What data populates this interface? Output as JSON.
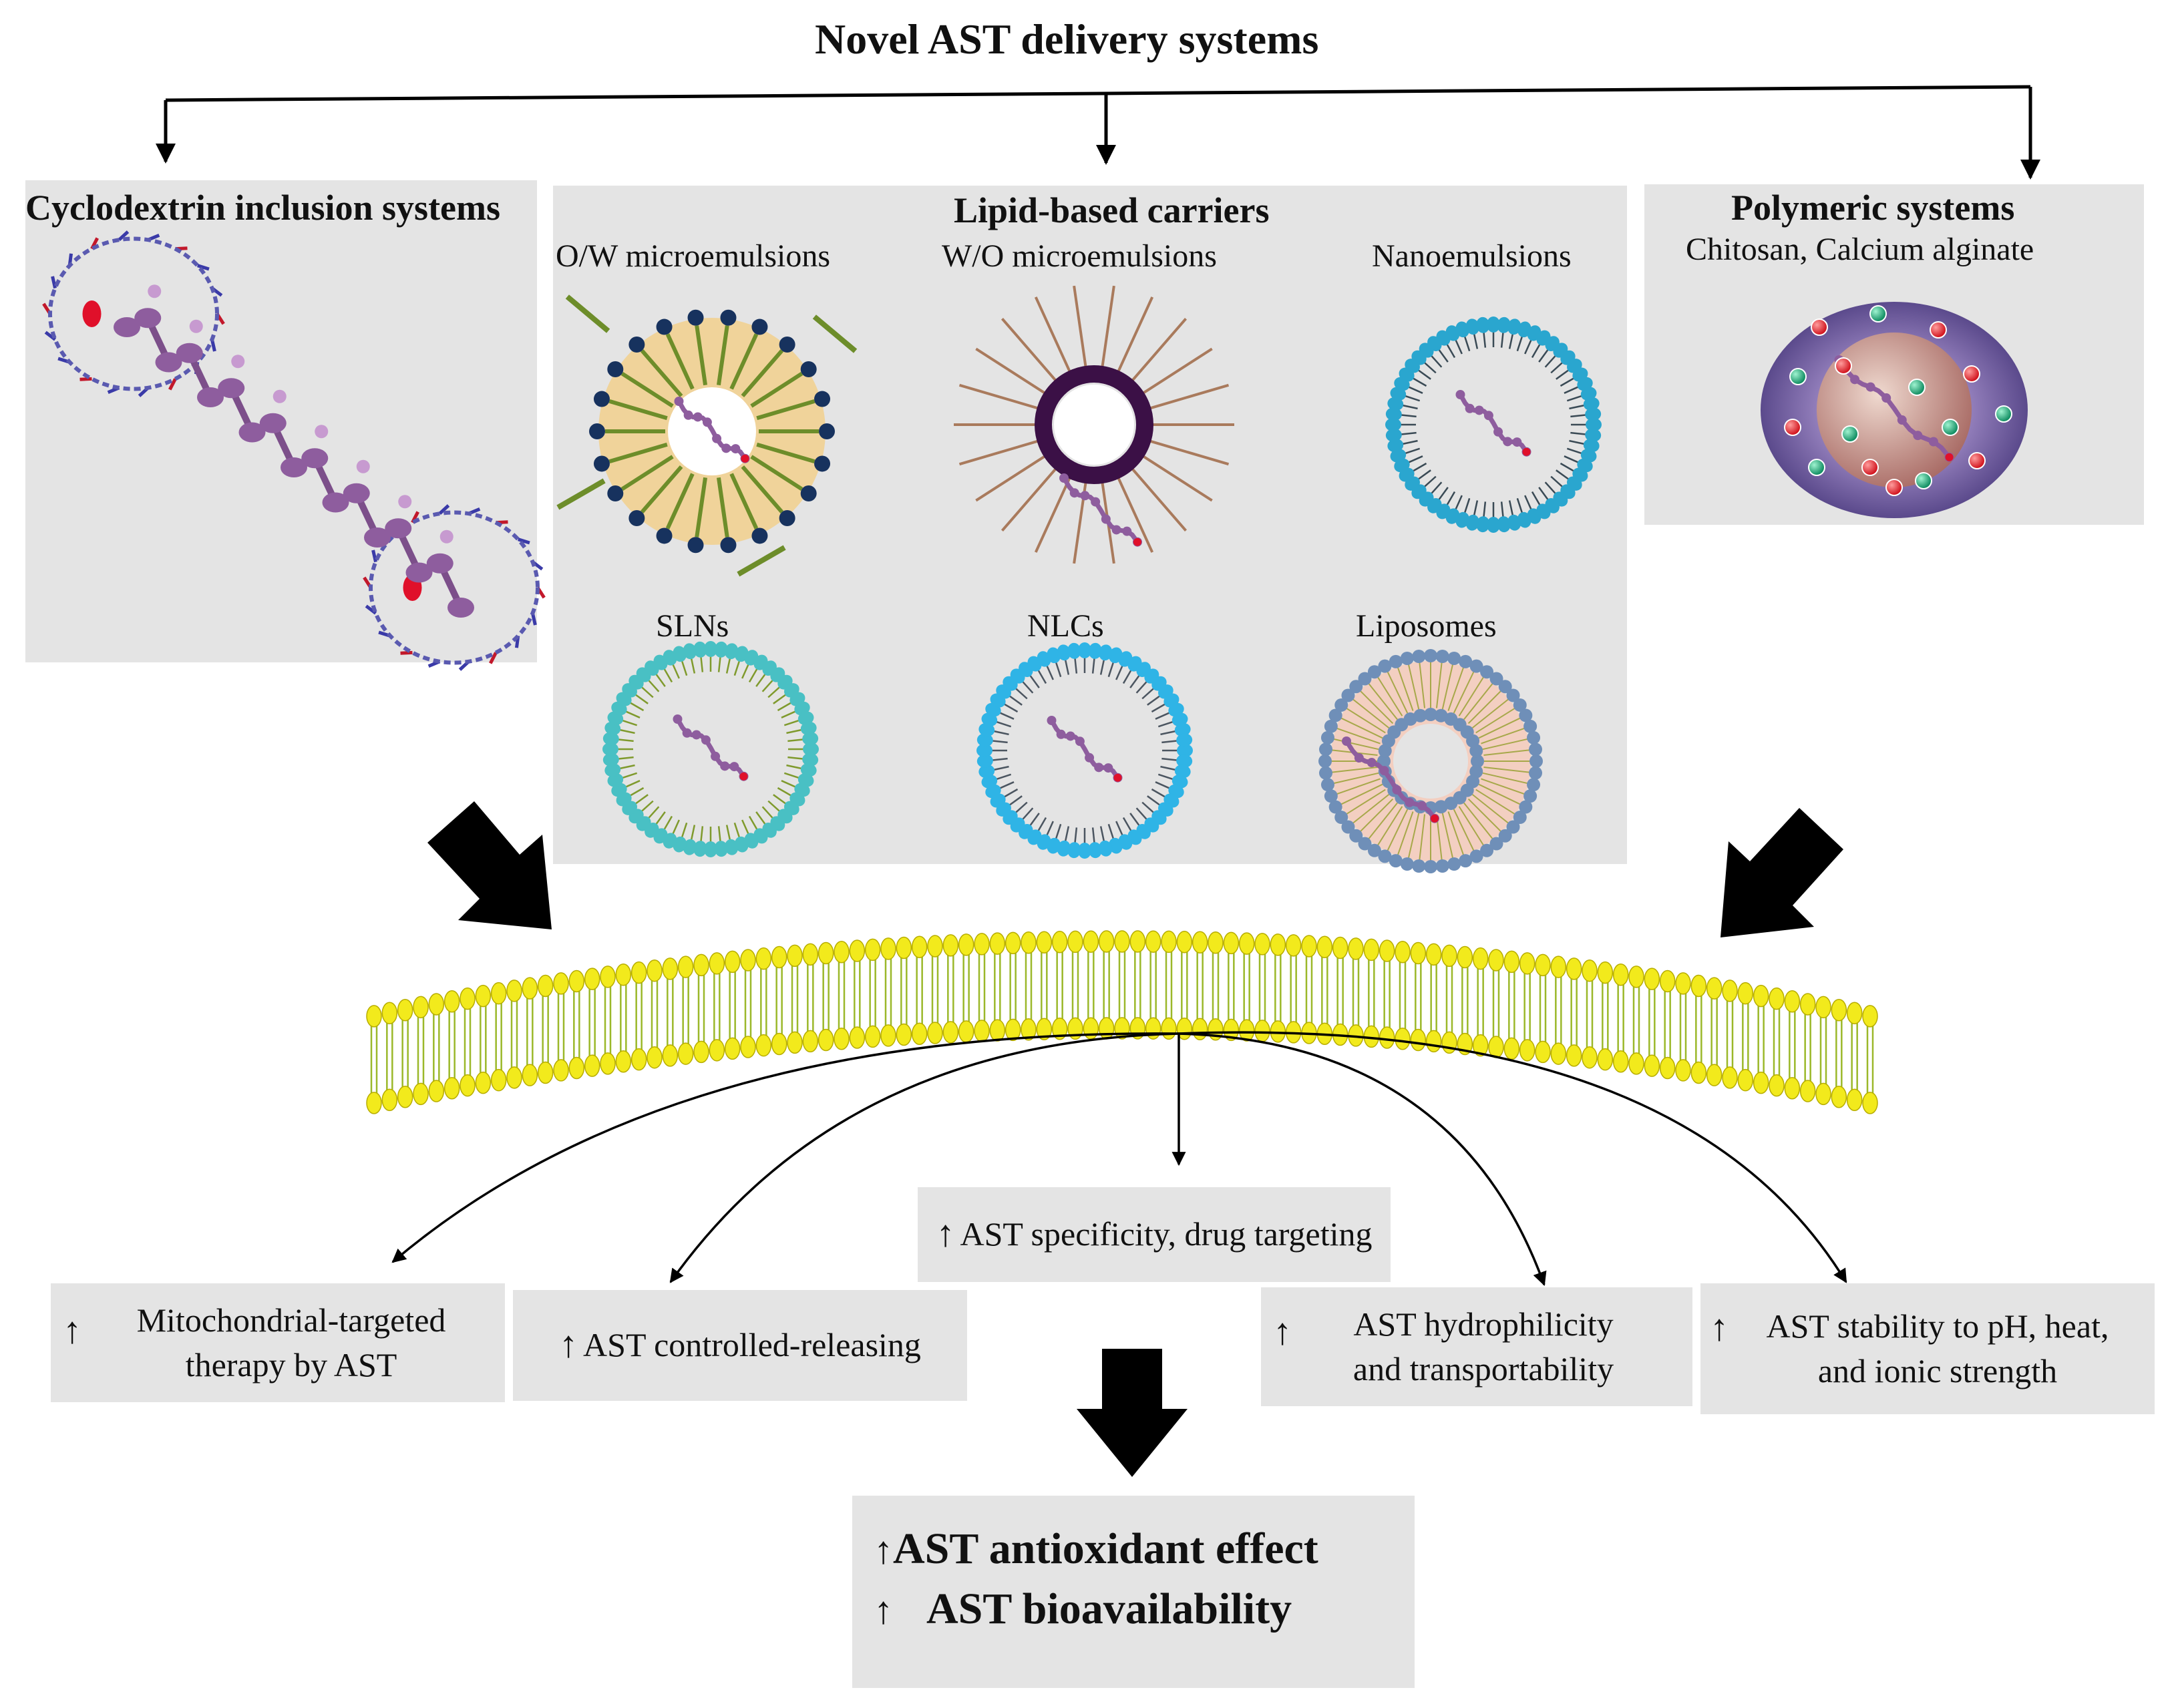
{
  "title": "Novel AST delivery systems",
  "cyclodextrin": {
    "title": "Cyclodextrin inclusion systems"
  },
  "lipid": {
    "title": "Lipid-based carriers",
    "items": [
      "O/W microemulsions",
      "W/O microemulsions",
      "Nanoemulsions",
      "SLNs",
      "NLCs",
      "Liposomes"
    ]
  },
  "polymeric": {
    "title": "Polymeric systems",
    "subtitle": "Chitosan, Calcium alginate"
  },
  "effects": {
    "specificity": "AST specificity, drug targeting",
    "mito_line1": "Mitochondrial-targeted",
    "mito_line2": "therapy by AST",
    "release": "AST controlled-releasing",
    "hydro_line1": "AST hydrophilicity",
    "hydro_line2": "and transportability",
    "stability_line1": "AST stability to pH, heat,",
    "stability_line2": "and ionic strength"
  },
  "final": {
    "line1": "AST antioxidant effect",
    "line2": "AST bioavailability"
  },
  "colors": {
    "panel_bg": "#e4e4e4",
    "membrane_head": "#f2ea1c",
    "membrane_tail": "#9bb82a",
    "molecule": "#8e5d9e",
    "oxygen": "#e0102a",
    "bilayer_ring": "#2aa6cf",
    "liposome_head": "#6f8fb8"
  },
  "arrow_glyph": "↑"
}
